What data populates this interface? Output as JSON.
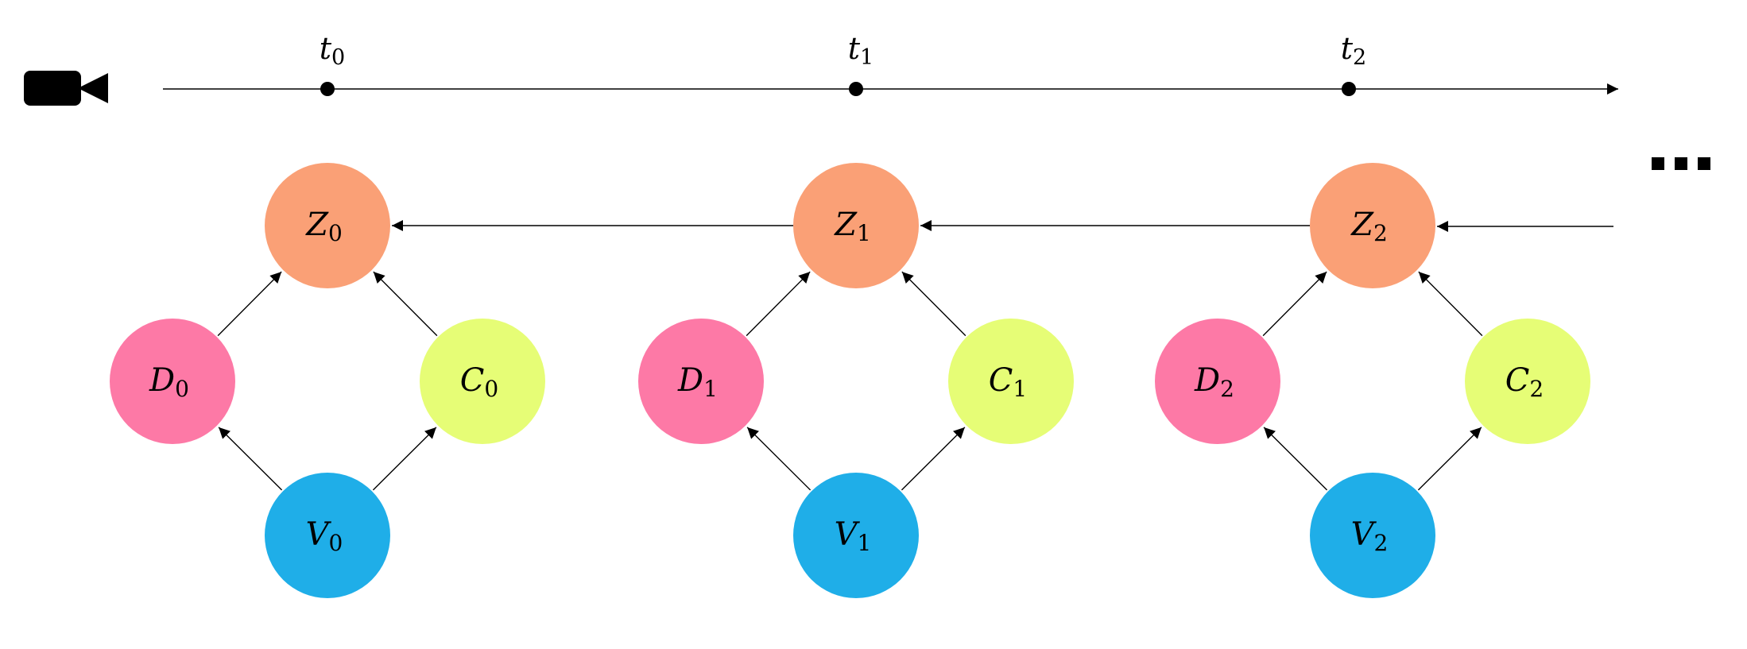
{
  "timeline": {
    "ticks": [
      {
        "label": "t",
        "sub": "0"
      },
      {
        "label": "t",
        "sub": "1"
      },
      {
        "label": "t",
        "sub": "2"
      }
    ],
    "camera_icon": "video-camera-icon"
  },
  "ellipsis_icon": "ellipsis-icon",
  "groups": [
    {
      "index": "0",
      "nodes": {
        "Z": {
          "label": "Z",
          "sub": "0"
        },
        "D": {
          "label": "D",
          "sub": "0"
        },
        "C": {
          "label": "C",
          "sub": "0"
        },
        "V": {
          "label": "V",
          "sub": "0"
        }
      }
    },
    {
      "index": "1",
      "nodes": {
        "Z": {
          "label": "Z",
          "sub": "1"
        },
        "D": {
          "label": "D",
          "sub": "1"
        },
        "C": {
          "label": "C",
          "sub": "1"
        },
        "V": {
          "label": "V",
          "sub": "1"
        }
      }
    },
    {
      "index": "2",
      "nodes": {
        "Z": {
          "label": "Z",
          "sub": "2"
        },
        "D": {
          "label": "D",
          "sub": "2"
        },
        "C": {
          "label": "C",
          "sub": "2"
        },
        "V": {
          "label": "V",
          "sub": "2"
        }
      }
    }
  ],
  "colors": {
    "Z": "#FAA076",
    "D": "#FD79A6",
    "C": "#E6FD76",
    "V": "#1FAEE8",
    "line": "#000000"
  }
}
